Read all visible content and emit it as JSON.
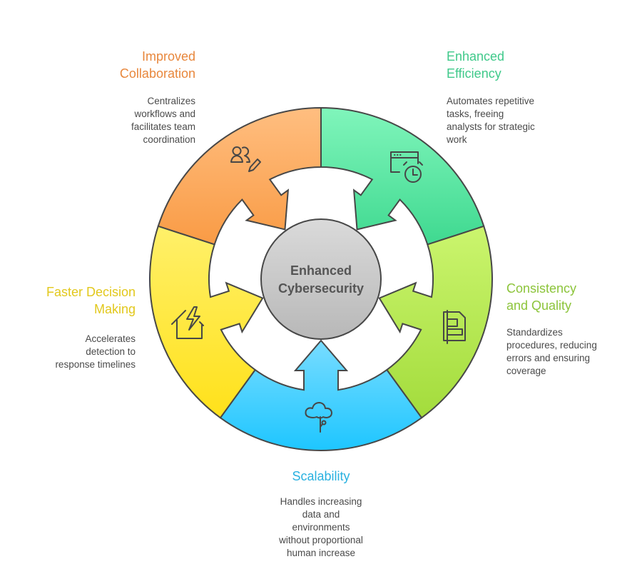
{
  "center": {
    "line1": "Enhanced",
    "line2": "Cybersecurity"
  },
  "segments": [
    {
      "id": "improved-collaboration",
      "title_line1": "Improved",
      "title_line2": "Collaboration",
      "description": [
        "Centralizes",
        "workflows and",
        "facilitates team",
        "coordination"
      ],
      "icon": "users-edit-icon",
      "color_top": "#ffbe80",
      "color_bottom": "#f99b45",
      "title_color": "#e8873c"
    },
    {
      "id": "enhanced-efficiency",
      "title_line1": "Enhanced",
      "title_line2": "Efficiency",
      "description": [
        "Automates repetitive",
        "tasks, freeing",
        "analysts for strategic",
        "work"
      ],
      "icon": "browser-clock-icon",
      "color_top": "#80f5bb",
      "color_bottom": "#3fd990",
      "title_color": "#3fc98a"
    },
    {
      "id": "consistency-and-quality",
      "title_line1": "Consistency",
      "title_line2": "and Quality",
      "description": [
        "Standardizes",
        "procedures, reducing",
        "errors and ensuring",
        "coverage"
      ],
      "icon": "aligned-document-icon",
      "color_top": "#cbf56e",
      "color_bottom": "#a3dc3c",
      "title_color": "#8cc43a"
    },
    {
      "id": "scalability",
      "title_line1": "Scalability",
      "title_line2": "",
      "description": [
        "Handles increasing",
        "data and",
        "environments",
        "without proportional",
        "human increase"
      ],
      "icon": "cloud-tree-icon",
      "color_top": "#78dcff",
      "color_bottom": "#1ec6ff",
      "title_color": "#29b1e0"
    },
    {
      "id": "faster-decision-making",
      "title_line1": "Faster Decision",
      "title_line2": "Making",
      "description": [
        "Accelerates",
        "detection to",
        "response timelines"
      ],
      "icon": "house-lightning-icon",
      "color_top": "#fff06a",
      "color_bottom": "#ffe11a",
      "title_color": "#e2c81c"
    }
  ],
  "colors": {
    "outline": "#474747",
    "center_top": "#dadada",
    "center_bottom": "#b8b8b8",
    "text": "#4a4a4a"
  }
}
